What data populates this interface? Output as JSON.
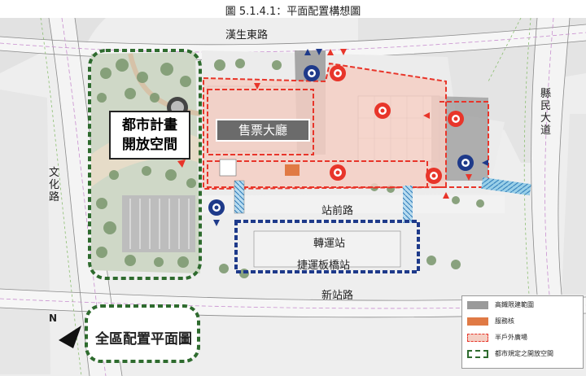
{
  "figure_title": "圖 5.1.4.1：平面配置構想圖",
  "roads": {
    "top": "漢生東路",
    "left": "文化路",
    "right": "縣民大道",
    "middle": "站前路",
    "bottom": "新站路"
  },
  "labels": {
    "open_space": "都市計畫開放空間",
    "ticket_hall": "售票大廳",
    "transfer_station": "轉運站",
    "lrt_station": "捷運板橋站",
    "overview": "全區配置平面圖",
    "north": "N"
  },
  "legend": [
    {
      "swatch": "gray",
      "label": "高鐵限建範圍"
    },
    {
      "swatch": "orange",
      "label": "服務核"
    },
    {
      "swatch": "red-dash",
      "label": "半戶外廣場"
    },
    {
      "swatch": "green-dash",
      "label": "都市規定之開放空間"
    }
  ],
  "colors": {
    "green": "#2e6b2e",
    "red": "#e8352a",
    "blue": "#1e3a8a",
    "orange": "#e07a45",
    "gray": "#9a9a9a",
    "plaza": "#f4cfc4"
  },
  "icons": [
    "entrance-red-icon",
    "entrance-blue-icon",
    "north-arrow-icon",
    "arrow-up-icon",
    "arrow-down-icon"
  ]
}
